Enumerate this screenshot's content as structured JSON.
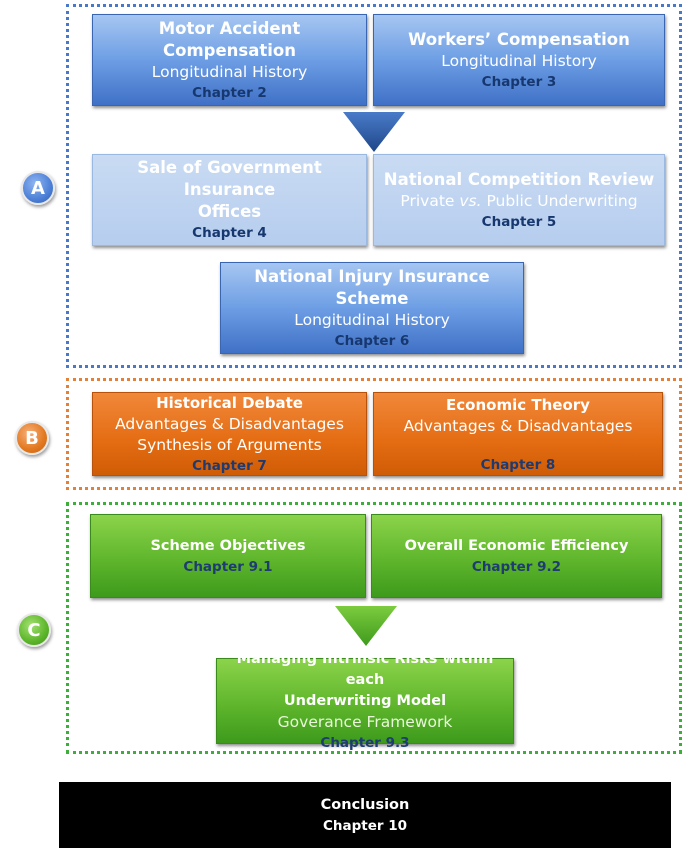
{
  "labels": {
    "a": "A",
    "b": "B",
    "c": "C"
  },
  "section_a": {
    "motor": {
      "title": "Motor Accident Compensation",
      "subtitle": "Longitudinal History",
      "chapter": "Chapter 2"
    },
    "workers": {
      "title": "Workers’ Compensation",
      "subtitle": "Longitudinal History",
      "chapter": "Chapter 3"
    },
    "sale": {
      "title_line1": "Sale of Government Insurance",
      "title_line2": "Offices",
      "chapter": "Chapter 4"
    },
    "competition": {
      "title": "National Competition Review",
      "subtitle_pre": "Private ",
      "subtitle_em": "vs.",
      "subtitle_post": " Public Underwriting",
      "chapter": "Chapter 5"
    },
    "niis": {
      "title": "National Injury Insurance Scheme",
      "subtitle": "Longitudinal History",
      "chapter": "Chapter 6"
    }
  },
  "section_b": {
    "historical": {
      "title": "Historical Debate",
      "line1": "Advantages & Disadvantages",
      "line2": "Synthesis of Arguments",
      "chapter": "Chapter 7"
    },
    "economic": {
      "title": "Economic Theory",
      "line1": "Advantages & Disadvantages",
      "chapter": "Chapter 8"
    }
  },
  "section_c": {
    "objectives": {
      "title": "Scheme Objectives",
      "chapter": "Chapter 9.1"
    },
    "efficiency": {
      "title": "Overall Economic Efficiency",
      "chapter": "Chapter 9.2"
    },
    "risks": {
      "title_line1": "Managing Intrinsic Risks within each",
      "title_line2": "Underwriting Model",
      "subtitle": "Goverance Framework",
      "chapter": "Chapter 9.3"
    }
  },
  "conclusion": {
    "title": "Conclusion",
    "chapter": "Chapter 10"
  },
  "colors": {
    "blue_border": "#4a78c8",
    "orange_border": "#e2823a",
    "green_border": "#3eae3a",
    "arrow_blue": "#2f5ea8",
    "arrow_green": "#5fb62c"
  }
}
